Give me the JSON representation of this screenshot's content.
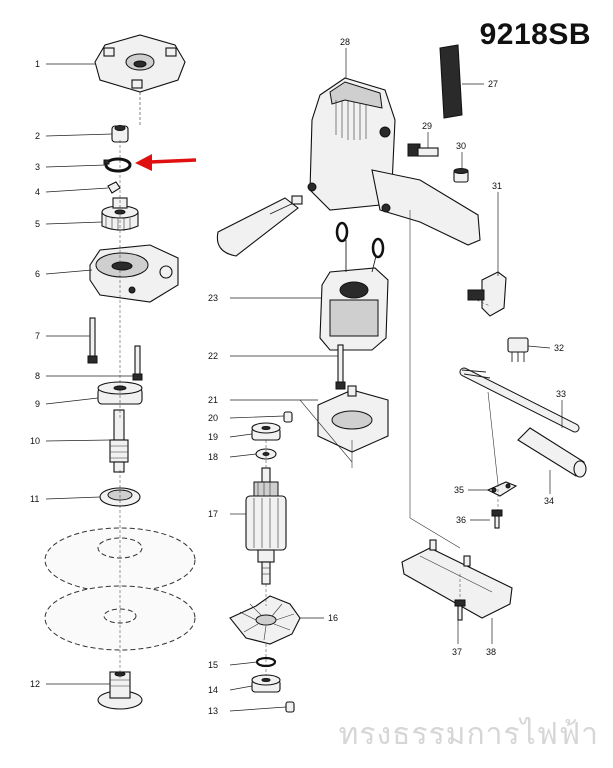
{
  "model": "9218SB",
  "watermark": "ทรงธรรมการไฟฟ้า",
  "arrow_color": "#e01010",
  "parts": [
    {
      "n": "1"
    },
    {
      "n": "2"
    },
    {
      "n": "3"
    },
    {
      "n": "4"
    },
    {
      "n": "5"
    },
    {
      "n": "6"
    },
    {
      "n": "7"
    },
    {
      "n": "8"
    },
    {
      "n": "9"
    },
    {
      "n": "10"
    },
    {
      "n": "11"
    },
    {
      "n": "12"
    },
    {
      "n": "13"
    },
    {
      "n": "14"
    },
    {
      "n": "15"
    },
    {
      "n": "16"
    },
    {
      "n": "17"
    },
    {
      "n": "18"
    },
    {
      "n": "19"
    },
    {
      "n": "20"
    },
    {
      "n": "21"
    },
    {
      "n": "22"
    },
    {
      "n": "23"
    },
    {
      "n": "27"
    },
    {
      "n": "28"
    },
    {
      "n": "29"
    },
    {
      "n": "30"
    },
    {
      "n": "31"
    },
    {
      "n": "32"
    },
    {
      "n": "33"
    },
    {
      "n": "34"
    },
    {
      "n": "35"
    },
    {
      "n": "36"
    },
    {
      "n": "37"
    },
    {
      "n": "38"
    }
  ]
}
